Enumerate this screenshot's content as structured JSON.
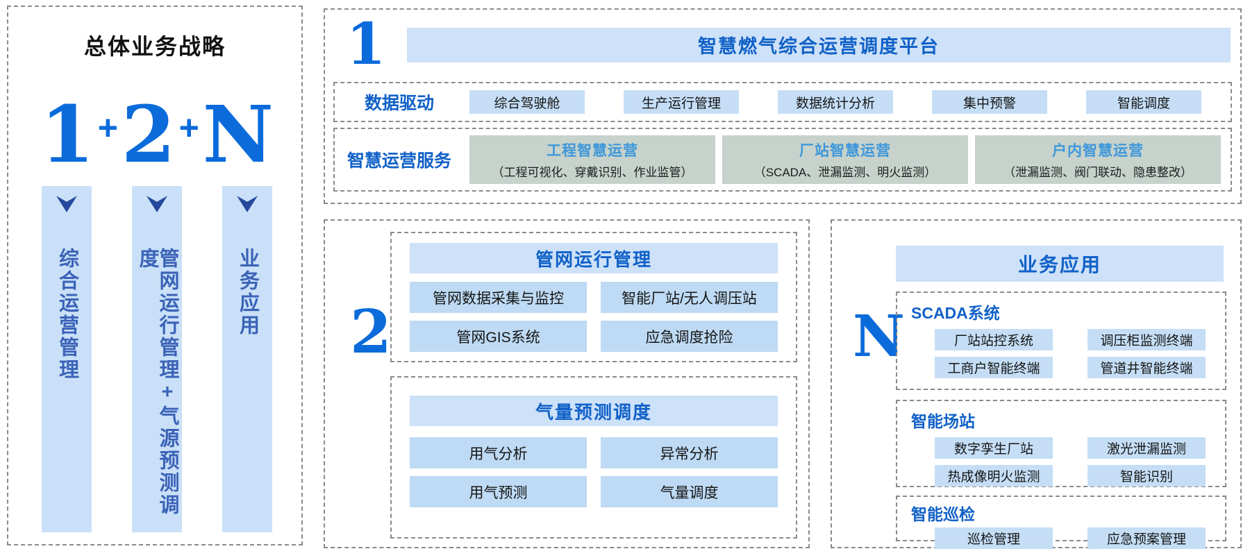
{
  "left_panel": {
    "title": "总体业务战略",
    "strategy": {
      "n1": "1",
      "plus": "+",
      "n2": "2",
      "n3": "N"
    },
    "columns": [
      {
        "label": "综合运营管理"
      },
      {
        "label": "管网运行管理+气源预测调度"
      },
      {
        "label": "业务应用"
      }
    ]
  },
  "platform_panel": {
    "index": "1",
    "title": "智慧燃气综合运营调度平台",
    "data_driven": {
      "label": "数据驱动",
      "items": [
        "综合驾驶舱",
        "生产运行管理",
        "数据统计分析",
        "集中预警",
        "智能调度"
      ]
    },
    "smart_services": {
      "label": "智慧运营服务",
      "cards": [
        {
          "title": "工程智慧运营",
          "subtitle": "（工程可视化、穿戴识别、作业监管）"
        },
        {
          "title": "厂站智慧运营",
          "subtitle": "（SCADA、泄漏监测、明火监测）"
        },
        {
          "title": "户内智慧运营",
          "subtitle": "（泄漏监测、阀门联动、隐患整改）"
        }
      ]
    }
  },
  "middle_panel": {
    "index": "2",
    "sections": [
      {
        "title": "管网运行管理",
        "items": [
          "管网数据采集与监控",
          "智能厂站/无人调压站",
          "管网GIS系统",
          "应急调度抢险"
        ]
      },
      {
        "title": "气量预测调度",
        "items": [
          "用气分析",
          "异常分析",
          "用气预测",
          "气量调度"
        ]
      }
    ]
  },
  "right_panel": {
    "index": "N",
    "title": "业务应用",
    "groups": [
      {
        "label": "SCADA系统",
        "items": [
          "厂站站控系统",
          "调压柜监测终端",
          "工商户智能终端",
          "管道井智能终端"
        ]
      },
      {
        "label": "智能场站",
        "items": [
          "数字孪生厂站",
          "激光泄漏监测",
          "热成像明火监测",
          "智能识别"
        ]
      },
      {
        "label": "智能巡检",
        "items": [
          "巡检管理",
          "应急预案管理"
        ]
      }
    ]
  },
  "colors": {
    "accent_blue": "#1161c8",
    "numeral_blue": "#0b6bdb",
    "header_bar_bg": "#cde1f8",
    "chip_bg": "#c5def6",
    "grid_chip_bg": "#bedaf4",
    "column_bg": "#c9e0f8",
    "column_text": "#3b63b7",
    "service_box_bg": "#c6d2cb",
    "service_title": "#3e97da",
    "dashed_border": "#8a8a8a"
  }
}
